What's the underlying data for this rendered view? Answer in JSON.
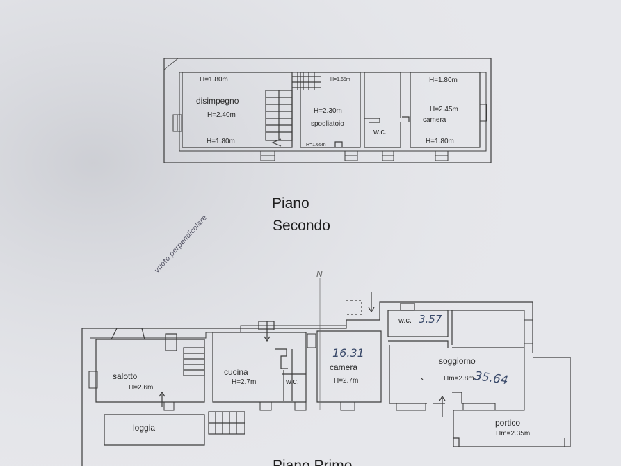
{
  "second_floor": {
    "title_line1": "Piano",
    "title_line2": "Secondo",
    "rooms": {
      "disimpegno": {
        "name": "disimpegno",
        "h_top": "H=1.80m",
        "h_mid": "H=2.40m",
        "h_bottom": "H=1.80m"
      },
      "spogliatoio": {
        "name": "spogliatoio",
        "h_top": "H=1.65m",
        "h_mid": "H=2.30m",
        "h_bottom": "H=1.65m"
      },
      "wc": {
        "name": "w.c."
      },
      "camera": {
        "name": "camera",
        "h_top": "H=1.80m",
        "h_mid": "H=2.45m",
        "h_bottom": "H=1.80m"
      }
    }
  },
  "first_floor": {
    "title_partial": "Piano Primo",
    "rooms": {
      "salotto": {
        "name": "salotto",
        "height": "H=2.6m"
      },
      "cucina": {
        "name": "cucina",
        "height": "H=2.7m"
      },
      "wc_kitchen": {
        "name": "w.c."
      },
      "camera": {
        "name": "camera",
        "height": "H=2.7m",
        "area_note": "16.31"
      },
      "wc": {
        "name": "w.c.",
        "area_note": "3.57"
      },
      "soggiorno": {
        "name": "soggiorno",
        "height": "Hm=2.8m",
        "area_note": "35.64"
      },
      "loggia": {
        "name": "loggia"
      },
      "portico": {
        "name": "portico",
        "height": "Hm=2.35m"
      }
    },
    "handwritten_note": "vuoto perpendicolare",
    "north_mark": "N"
  }
}
